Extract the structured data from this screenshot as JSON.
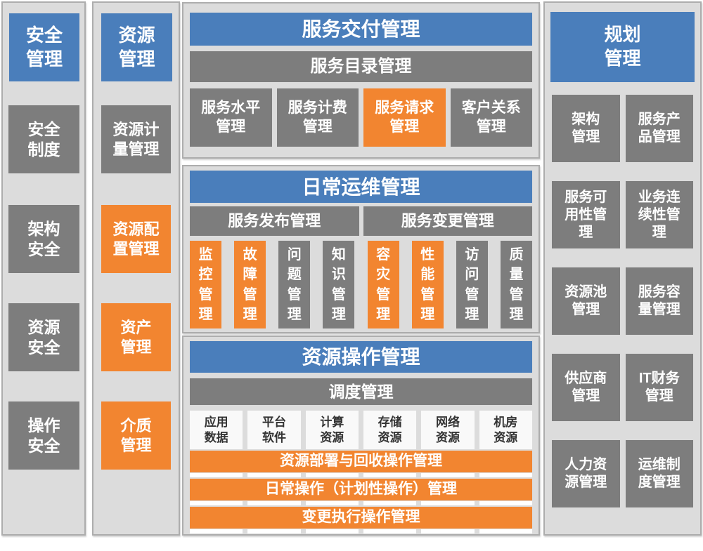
{
  "colors": {
    "header_blue": "#4A7EBB",
    "box_gray": "#7D7D7D",
    "highlight_orange": "#F28530",
    "panel_background": "#DCDCDC",
    "panel_border": "#ADADAD",
    "white_box_text": "#333333"
  },
  "security": {
    "header": "安全\n管理",
    "items": [
      {
        "label": "安全\n制度",
        "color": "gray"
      },
      {
        "label": "架构\n安全",
        "color": "gray"
      },
      {
        "label": "资源\n安全",
        "color": "gray"
      },
      {
        "label": "操作\n安全",
        "color": "gray"
      }
    ]
  },
  "resource": {
    "header": "资源\n管理",
    "items": [
      {
        "label": "资源计\n量管理",
        "color": "gray"
      },
      {
        "label": "资源配\n置管理",
        "color": "orange"
      },
      {
        "label": "资产\n管理",
        "color": "orange"
      },
      {
        "label": "介质\n管理",
        "color": "orange"
      }
    ]
  },
  "service_delivery": {
    "header": "服务交付管理",
    "catalog_bar": "服务目录管理",
    "items": [
      {
        "label": "服务水平\n管理",
        "color": "gray"
      },
      {
        "label": "服务计费\n管理",
        "color": "gray"
      },
      {
        "label": "服务请求\n管理",
        "color": "orange"
      },
      {
        "label": "客户关系\n管理",
        "color": "gray"
      }
    ]
  },
  "daily_ops": {
    "header": "日常运维管理",
    "bars": [
      {
        "label": "服务发布管理"
      },
      {
        "label": "服务变更管理"
      }
    ],
    "items": [
      {
        "label": "监\n控\n管\n理",
        "color": "orange"
      },
      {
        "label": "故\n障\n管\n理",
        "color": "orange"
      },
      {
        "label": "问\n题\n管\n理",
        "color": "gray"
      },
      {
        "label": "知\n识\n管\n理",
        "color": "gray"
      },
      {
        "label": "容\n灾\n管\n理",
        "color": "orange"
      },
      {
        "label": "性\n能\n管\n理",
        "color": "orange"
      },
      {
        "label": "访\n问\n管\n理",
        "color": "gray"
      },
      {
        "label": "质\n量\n管\n理",
        "color": "gray"
      }
    ]
  },
  "resource_ops": {
    "header": "资源操作管理",
    "dispatch_bar": "调度管理",
    "resources": [
      {
        "label": "应用\n数据"
      },
      {
        "label": "平台\n软件"
      },
      {
        "label": "计算\n资源"
      },
      {
        "label": "存储\n资源"
      },
      {
        "label": "网络\n资源"
      },
      {
        "label": "机房\n资源"
      }
    ],
    "operations": [
      {
        "label": "资源部署与回收操作管理"
      },
      {
        "label": "日常操作（计划性操作）管理"
      },
      {
        "label": "变更执行操作管理"
      }
    ]
  },
  "planning": {
    "header": "规划\n管理",
    "items": [
      {
        "label": "架构\n管理"
      },
      {
        "label": "服务产\n品管理"
      },
      {
        "label": "服务可\n用性管\n理"
      },
      {
        "label": "业务连\n续性管\n理"
      },
      {
        "label": "资源池\n管理"
      },
      {
        "label": "服务容\n量管理"
      },
      {
        "label": "供应商\n管理"
      },
      {
        "label": "IT财务\n管理"
      },
      {
        "label": "人力资\n源管理"
      },
      {
        "label": "运维制\n度管理"
      }
    ]
  }
}
